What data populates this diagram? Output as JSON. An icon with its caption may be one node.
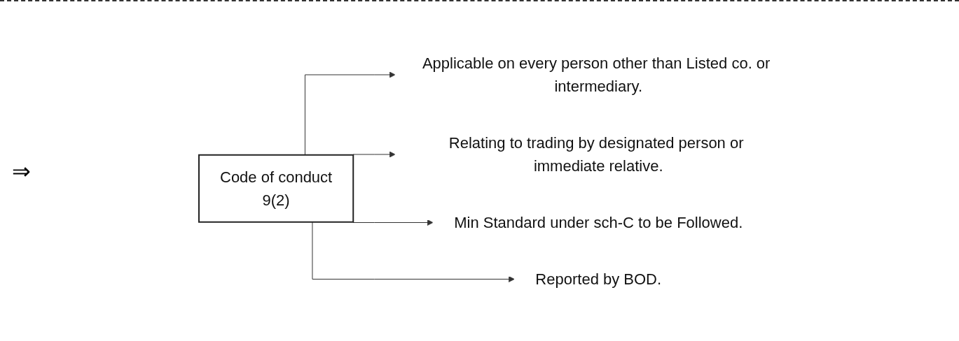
{
  "diagram": {
    "nodes": [
      {
        "text": [
          "Code of conduct",
          "9(2)"
        ]
      },
      {
        "text": [
          "Applicable on every person other than Listed co. or intermediary."
        ]
      },
      {
        "text": [
          "Relating to trading by designated person or immediate relative."
        ]
      },
      {
        "text": [
          "Min Standard under sch-C to be Followed."
        ]
      },
      {
        "text": [
          "Reported by BOD."
        ]
      }
    ],
    "edges": [
      {
        "from": 0,
        "to": 1,
        "arrow": "to"
      },
      {
        "from": 0,
        "to": 2,
        "arrow": "to"
      },
      {
        "from": 0,
        "to": 3,
        "arrow": "to"
      },
      {
        "from": 0,
        "to": 4,
        "arrow": "to"
      }
    ],
    "labels": [
      "⇒"
    ]
  }
}
